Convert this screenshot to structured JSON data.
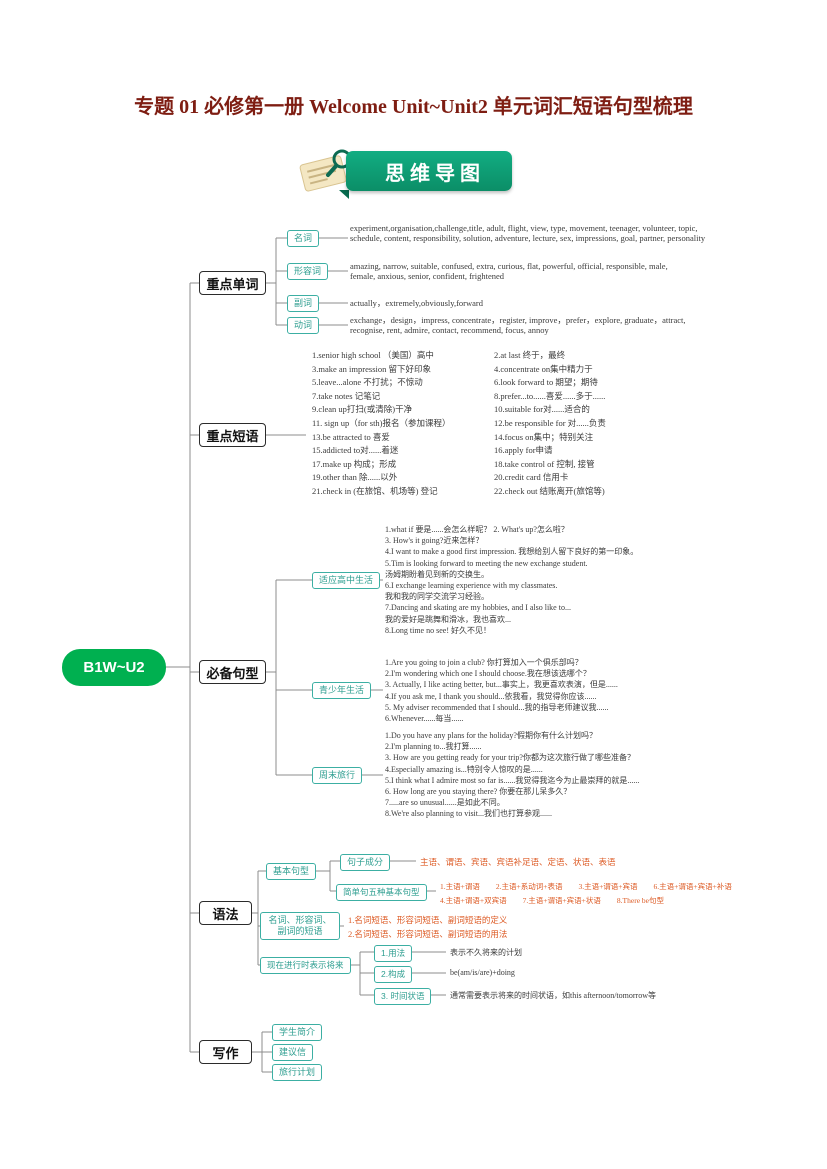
{
  "page": {
    "title": "专题 01 必修第一册 Welcome Unit~Unit2 单元词汇短语句型梳理"
  },
  "banner": {
    "label": "思维导图"
  },
  "root": {
    "label": "B1W~U2"
  },
  "colors": {
    "root_green": "#00B050",
    "banner_green": "#0EA57B",
    "tag_teal": "#2E9E90",
    "highlight_orange": "#DD5B25",
    "title_red": "#7E1D12"
  },
  "keywords": {
    "label": "重点单词",
    "rows": [
      {
        "tag": "名词",
        "text": "experiment,organisation,challenge,title, adult, flight, view, type, movement, teenager, volunteer, topic, schedule, content, responsibility, solution, adventure, lecture, sex, impressions, goal, partner, personality"
      },
      {
        "tag": "形容词",
        "text": "amazing, narrow, suitable, confused, extra, curious, flat, powerful, official, responsible, male, female, anxious, senior, confident, frightened"
      },
      {
        "tag": "副词",
        "text": "actually，extremely,obviously,forward"
      },
      {
        "tag": "动词",
        "text": "exchange，design，impress, concentrate，register, improve，prefer，explore, graduate，attract, recognise, rent,  admire, contact, recommend, focus, annoy"
      }
    ]
  },
  "phrases": {
    "label": "重点短语",
    "left": [
      "1.senior high school （美国）高中",
      "3.make an impression 留下好印象",
      "5.leave...alone 不打扰；不惊动",
      "7.take notes 记笔记",
      "9.clean up打扫(或清除)干净",
      "11. sign up（for sth)报名（参加课程）",
      "13.be attracted to 喜爱",
      "15.addicted to对......着迷",
      "17.make up 构成；形成",
      "19.other than 除......以外",
      "21.check in (在旅馆、机场等) 登记"
    ],
    "right": [
      "2.at last 终于，最终",
      "4.concentrate on集中精力于",
      "6.look forward to 期望；期待",
      "8.prefer...to......喜爱......多于......",
      "10.suitable for对......适合的",
      "12.be responsible for 对......负责",
      "14.focus on集中；特别关注",
      "16.apply for申请",
      "18.take control of 控制, 接管",
      "20.credit card 信用卡",
      "22.check out 结账离开(旅馆等)"
    ]
  },
  "sentences": {
    "label": "必备句型",
    "groups": [
      {
        "tag": "适应高中生活",
        "lines": [
          "1.what if 要是......会怎么样呢？      2. What's up?怎么啦？",
          "3. How's it going?近来怎样？",
          "4.I want to make a good first impression. 我想给别人留下良好的第一印象。",
          "5.Tim is looking forward to meeting the new exchange student.",
          "汤姆期盼着见到新的交换生。",
          "6.I exchange learning experience with my classmates.",
          "我和我的同学交流学习经验。",
          "7.Dancing and skating are my hobbies, and I also like to...",
          "我的爱好是跳舞和滑冰，我也喜欢...",
          "8.Long time no see! 好久不见！"
        ]
      },
      {
        "tag": "青少年生活",
        "lines": [
          "1.Are you going to join a club? 你打算加入一个俱乐部吗？",
          "2.I'm wondering which one I should choose.我在想该选哪个？",
          "3. Actually, I like acting better, but...事实上，我更喜欢表演，但是......",
          "4.If you ask me, I thank you should...依我看，我觉得你应该......",
          "5. My adviser recommended that I should...我的指导老师建议我......",
          "6.Whenever......每当......"
        ]
      },
      {
        "tag": "周末旅行",
        "lines": [
          "1.Do you have any plans for the holiday?假期你有什么计划吗？",
          "2.I'm planning to...我打算......",
          "3. How are you getting ready for your trip?你都为这次旅行做了哪些准备？",
          "4.Especially amazing is...特别令人惊叹的是......",
          "5.I think what I admire most so far is......我觉得我迄今为止最崇拜的就是......",
          "6. How long are you staying there? 你要在那儿呆多久？",
          "7.....are so unusual......是如此不同。",
          "8.We're also planning to visit...我们也打算参观......"
        ]
      }
    ]
  },
  "grammar": {
    "label": "语法",
    "basic": {
      "tag": "基本句型",
      "components": {
        "tag": "句子成分",
        "text": "主语、谓语、宾语、宾语补足语、定语、状语、表语"
      },
      "simple": {
        "tag": "简单句五种基本句型",
        "row1": [
          "1.主语+谓语",
          "2.主语+系动词+表语",
          "3.主语+谓语+宾语",
          "6.主语+谓语+宾语+补语"
        ],
        "row2": [
          "4.主语+谓语+双宾语",
          "7.主语+谓语+宾语+状语",
          "8.There be句型"
        ]
      }
    },
    "phrase_types": {
      "tag": "名词、形容词、副词的短语",
      "lines": [
        "1.名词短语、形容词短语、副词短语的定义",
        "2.名词短语、形容词短语、副词短语的用法"
      ]
    },
    "progressive": {
      "tag": "现在进行时表示将来",
      "items": [
        {
          "tag": "1.用法",
          "text": "表示不久将来的计划"
        },
        {
          "tag": "2.构成",
          "text": "be(am/is/are)+doing"
        },
        {
          "tag": "3. 时间状语",
          "text": "通常需要表示将来的时间状语，如this afternoon/tomorrow等"
        }
      ]
    }
  },
  "writing": {
    "label": "写作",
    "items": [
      "学生简介",
      "建议信",
      "旅行计划"
    ]
  }
}
